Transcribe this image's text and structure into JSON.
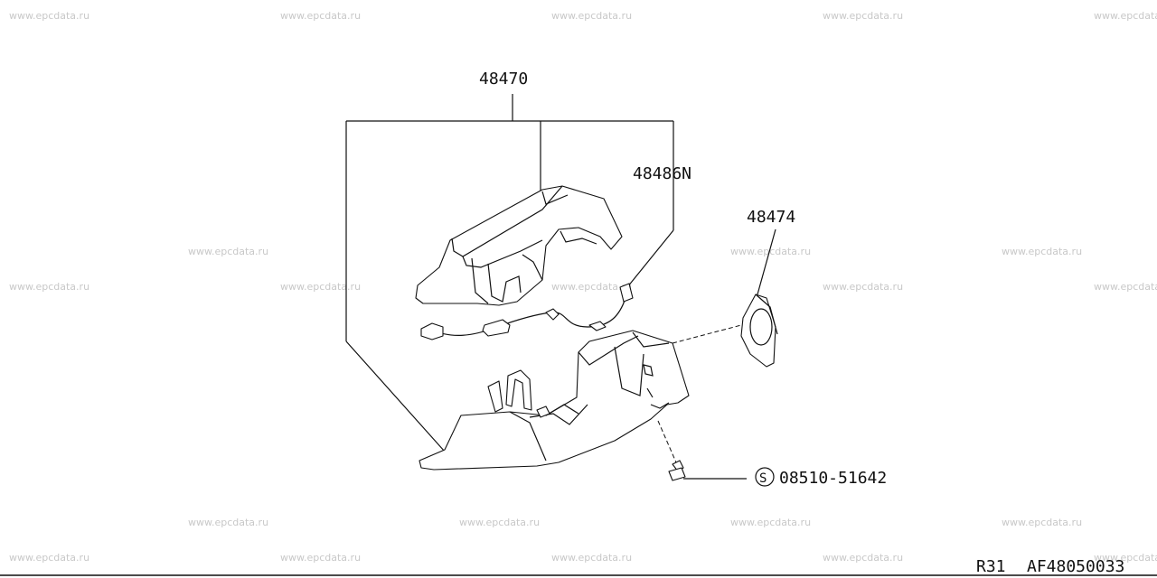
{
  "watermark": "www.epcdata.ru",
  "parts": {
    "column_cover": "48470",
    "cover_lower": "48486N",
    "grommet": "48474",
    "screw_code": "08510-51642",
    "screw_symbol": "S"
  },
  "footer": {
    "model": "R31",
    "ref": "AF48050033"
  },
  "colors": {
    "line": "#111111",
    "watermark": "#c8c8c8",
    "background": "#ffffff"
  }
}
